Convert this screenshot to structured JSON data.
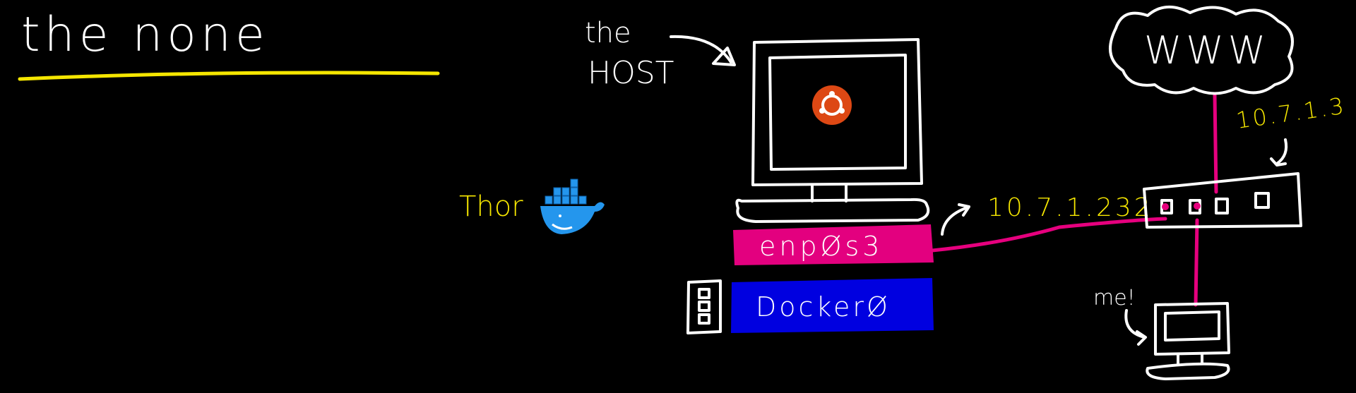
{
  "title": "the none",
  "labels": {
    "host": [
      "the",
      "HOST"
    ],
    "container_name": "Thor",
    "interface_physical": "enpØs3",
    "interface_bridge": "DockerØ",
    "host_ip": "10.7.1.232",
    "router_ip": "10.7.1.3",
    "internet": "WWW",
    "me": "me!"
  },
  "colors": {
    "background": "#000000",
    "underline": "#f5e600",
    "ip_text": "#f5e600",
    "enp_bar": "#e3007f",
    "docker_bar": "#0000e0",
    "cable": "#e6007e",
    "ubuntu": "#dd4814",
    "docker_whale": "#2496ed"
  },
  "icons": [
    "ubuntu-logo-icon",
    "docker-whale-icon",
    "server-rack-icon",
    "router-icon",
    "cloud-icon",
    "desktop-computer-icon"
  ]
}
